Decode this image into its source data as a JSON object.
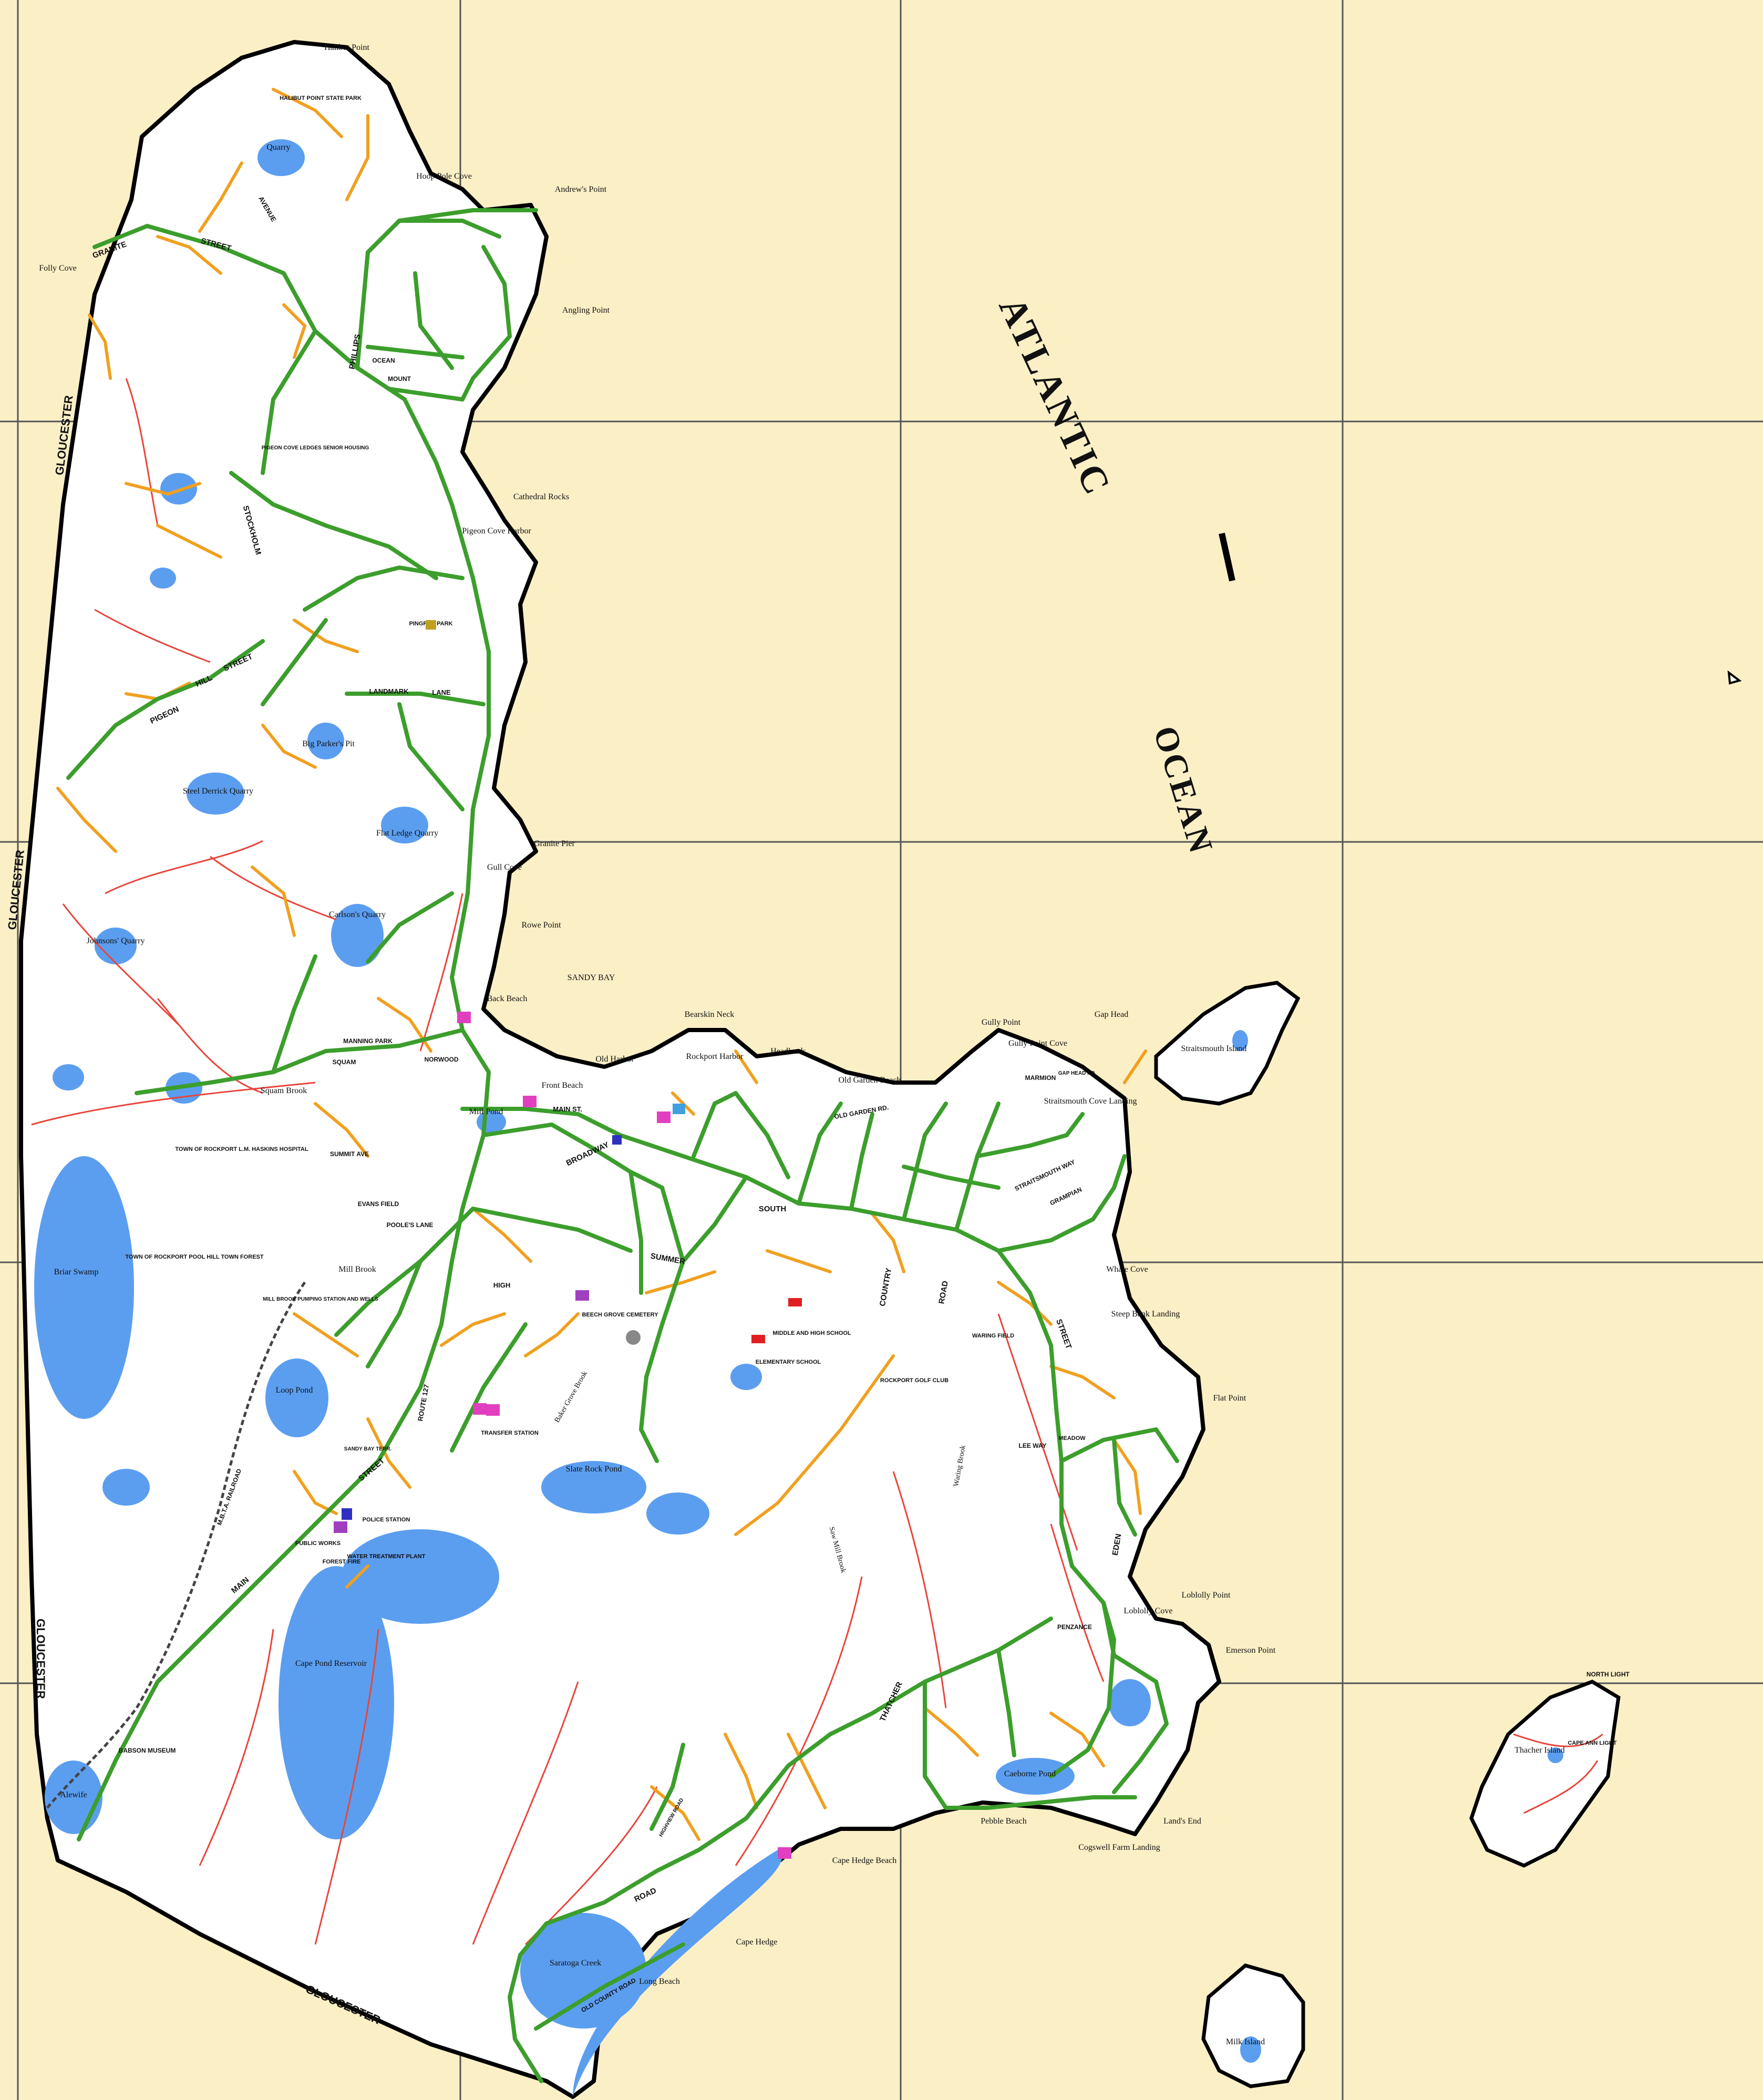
{
  "ocean": {
    "word1": "ATLANTIC",
    "word2": "OCEAN"
  },
  "town_boundary": {
    "name": "GLOUCESTER"
  },
  "places": [
    {
      "id": "halibut-point",
      "text": "Halibut Point"
    },
    {
      "id": "halibut-point-state-park",
      "text": "HALIBUT POINT STATE PARK"
    },
    {
      "id": "quarry",
      "text": "Quarry"
    },
    {
      "id": "hoop-pole-cove",
      "text": "Hoop Pole Cove"
    },
    {
      "id": "andrews-point",
      "text": "Andrew's Point"
    },
    {
      "id": "folly-cove",
      "text": "Folly Cove"
    },
    {
      "id": "angling-point",
      "text": "Angling Point"
    },
    {
      "id": "cathedral-rocks",
      "text": "Cathedral Rocks"
    },
    {
      "id": "pigeon-cove-harbor",
      "text": "Pigeon Cove Harbor"
    },
    {
      "id": "pingree-park",
      "text": "PINGREE PARK"
    },
    {
      "id": "big-parkers-pit",
      "text": "Big Parker's Pit"
    },
    {
      "id": "steel-derrick-quarry",
      "text": "Steel Derrick Quarry"
    },
    {
      "id": "flat-ledge-quarry",
      "text": "Flat Ledge Quarry"
    },
    {
      "id": "granite-pier",
      "text": "Granite Pier"
    },
    {
      "id": "gull-cove",
      "text": "Gull Cove"
    },
    {
      "id": "rowe-point",
      "text": "Rowe Point"
    },
    {
      "id": "carltons-quarry",
      "text": "Carlson's Quarry"
    },
    {
      "id": "johnsons-quarry",
      "text": "Johnsons' Quarry"
    },
    {
      "id": "sandy-bay",
      "text": "SANDY BAY"
    },
    {
      "id": "back-beach",
      "text": "Back Beach"
    },
    {
      "id": "bearskin-neck",
      "text": "Bearskin Neck"
    },
    {
      "id": "old-harbor",
      "text": "Old Harbor"
    },
    {
      "id": "rockport-harbor",
      "text": "Rockport Harbor"
    },
    {
      "id": "headlands",
      "text": "Headlands"
    },
    {
      "id": "front-beach",
      "text": "Front Beach"
    },
    {
      "id": "mill-pond",
      "text": "Mill Pond"
    },
    {
      "id": "old-garden-beach",
      "text": "Old Garden Beach"
    },
    {
      "id": "gully-point",
      "text": "Gully Point"
    },
    {
      "id": "gully-point-cove",
      "text": "Gully Point Cove"
    },
    {
      "id": "gap-head",
      "text": "Gap Head"
    },
    {
      "id": "straitsmouth-island",
      "text": "Straitsmouth Island"
    },
    {
      "id": "straitsmouth-cove-landing",
      "text": "Straitsmouth Cove Landing"
    },
    {
      "id": "whale-cove",
      "text": "Whale Cove"
    },
    {
      "id": "steep-bank-landing",
      "text": "Steep Bank Landing"
    },
    {
      "id": "flat-point",
      "text": "Flat Point"
    },
    {
      "id": "loblolly-point",
      "text": "Loblolly Point"
    },
    {
      "id": "loblolly-cove",
      "text": "Loblolly Cove"
    },
    {
      "id": "emerson-point",
      "text": "Emerson Point"
    },
    {
      "id": "north-light",
      "text": "NORTH LIGHT"
    },
    {
      "id": "thacher-island",
      "text": "Thacher Island"
    },
    {
      "id": "cape-ann-light",
      "text": "CAPE ANN LIGHT"
    },
    {
      "id": "caeborne-pond",
      "text": "Caeborne Pond"
    },
    {
      "id": "lands-end",
      "text": "Land's End"
    },
    {
      "id": "pebble-beach",
      "text": "Pebble Beach"
    },
    {
      "id": "cogswell-farm-landing",
      "text": "Cogswell Farm Landing"
    },
    {
      "id": "cape-hedge-beach",
      "text": "Cape Hedge Beach"
    },
    {
      "id": "cape-hedge",
      "text": "Cape Hedge"
    },
    {
      "id": "saratoga-creek",
      "text": "Saratoga Creek"
    },
    {
      "id": "long-beach",
      "text": "Long Beach"
    },
    {
      "id": "milk-island",
      "text": "Milk Island"
    },
    {
      "id": "cape-pond-reservoir",
      "text": "Cape Pond Reservoir"
    },
    {
      "id": "babson-museum",
      "text": "BABSON MUSEUM"
    },
    {
      "id": "alewife",
      "text": "Alewife"
    },
    {
      "id": "loop-pond",
      "text": "Loop Pond"
    },
    {
      "id": "briar-swamp",
      "text": "Briar Swamp"
    },
    {
      "id": "squam-brook",
      "text": "Squam Brook"
    },
    {
      "id": "mill-brook",
      "text": "Mill Brook"
    },
    {
      "id": "town-forest",
      "text": "TOWN OF ROCKPORT POOL HILL TOWN FOREST"
    },
    {
      "id": "hoskins-hospital",
      "text": "TOWN OF ROCKPORT L.M. HASKINS HOSPITAL"
    },
    {
      "id": "mill-brook-pumping",
      "text": "MILL BROOK PUMPING STATION AND WELLS"
    },
    {
      "id": "mbta-railroad",
      "text": "M.B.T.A. RAILROAD"
    },
    {
      "id": "police-station",
      "text": "POLICE STATION"
    },
    {
      "id": "public-works",
      "text": "PUBLIC WORKS"
    },
    {
      "id": "forest-fire",
      "text": "FOREST FIRE"
    },
    {
      "id": "water-treatment",
      "text": "WATER TREATMENT PLANT"
    },
    {
      "id": "transfer-station",
      "text": "TRANSFER STATION"
    },
    {
      "id": "beech-grove",
      "text": "BEECH GROVE CEMETERY"
    },
    {
      "id": "middle-high",
      "text": "MIDDLE AND HIGH SCHOOL"
    },
    {
      "id": "elementary",
      "text": "ELEMENTARY SCHOOL"
    },
    {
      "id": "rockport-golf",
      "text": "ROCKPORT GOLF CLUB"
    },
    {
      "id": "slate-rock-pond",
      "text": "Slate Rock Pond"
    },
    {
      "id": "waring-field",
      "text": "WARING FIELD"
    },
    {
      "id": "evans-field",
      "text": "EVANS FIELD"
    },
    {
      "id": "manning-park",
      "text": "MANNING PARK"
    },
    {
      "id": "pigeon-cove-ledges",
      "text": "PIGEON COVE LEDGES SENIOR HOUSING"
    },
    {
      "id": "sawmill-brook",
      "text": "Saw Mill Brook"
    },
    {
      "id": "waring-brook",
      "text": "Waring Brook"
    },
    {
      "id": "bray-brook",
      "text": "Baker Grove Brook"
    }
  ],
  "streets": [
    {
      "id": "granite-street",
      "text": "GRANITE"
    },
    {
      "id": "granite-street-2",
      "text": "STREET"
    },
    {
      "id": "main-street",
      "text": "MAIN"
    },
    {
      "id": "main-street-2",
      "text": "STREET"
    },
    {
      "id": "south-street",
      "text": "SOUTH"
    },
    {
      "id": "south-street-2",
      "text": "STREET"
    },
    {
      "id": "thatcher-road",
      "text": "THATCHER"
    },
    {
      "id": "thatcher-road-2",
      "text": "ROAD"
    },
    {
      "id": "pigeon-hill",
      "text": "PIGEON"
    },
    {
      "id": "pigeon-hill-2",
      "text": "HILL"
    },
    {
      "id": "pigeon-hill-3",
      "text": "STREET"
    },
    {
      "id": "phillips",
      "text": "PHILLIPS"
    },
    {
      "id": "ocean-ave",
      "text": "OCEAN"
    },
    {
      "id": "mount-locust",
      "text": "MOUNT"
    },
    {
      "id": "stockholm",
      "text": "STOCKHOLM"
    },
    {
      "id": "landmark-lane",
      "text": "LANDMARK"
    },
    {
      "id": "landmark-lane-2",
      "text": "LANE"
    },
    {
      "id": "broadway",
      "text": "BROADWAY"
    },
    {
      "id": "high-street",
      "text": "HIGH"
    },
    {
      "id": "summer",
      "text": "SUMMER"
    },
    {
      "id": "main-st",
      "text": "MAIN ST."
    },
    {
      "id": "eden-road",
      "text": "EDEN"
    },
    {
      "id": "penzance",
      "text": "PENZANCE"
    },
    {
      "id": "country-road",
      "text": "COUNTRY"
    },
    {
      "id": "country-road-2",
      "text": "ROAD"
    },
    {
      "id": "old-garden-road",
      "text": "OLD GARDEN RD."
    },
    {
      "id": "marmion",
      "text": "MARMION"
    },
    {
      "id": "gap-head-rd",
      "text": "GAP HEAD RD."
    },
    {
      "id": "straitsmouth-way",
      "text": "STRAITSMOUTH WAY"
    },
    {
      "id": "grampian",
      "text": "GRAMPIAN"
    },
    {
      "id": "mitchell-ave",
      "text": "SUMMIT AVE"
    },
    {
      "id": "pooles-lane",
      "text": "POOLE'S LANE"
    },
    {
      "id": "squam-road",
      "text": "SQUAM"
    },
    {
      "id": "sandy-bay-terr",
      "text": "SANDY BAY TERR."
    },
    {
      "id": "route-127",
      "text": "ROUTE 127"
    },
    {
      "id": "avenue",
      "text": "AVENUE"
    },
    {
      "id": "norwood",
      "text": "NORWOOD"
    },
    {
      "id": "lee-way",
      "text": "LEE WAY"
    },
    {
      "id": "meadow",
      "text": "MEADOW"
    },
    {
      "id": "highview",
      "text": "HIGHVIEW ROAD"
    },
    {
      "id": "old-county",
      "text": "OLD COUNTY ROAD"
    }
  ],
  "colors": {
    "background": "#fbefc6",
    "land": "#ffffff",
    "water": "#5b9ef0",
    "major_road": "#3c9e2c",
    "minor_road": "#f0a020",
    "stream": "#e8453c",
    "grid": "#555555"
  }
}
